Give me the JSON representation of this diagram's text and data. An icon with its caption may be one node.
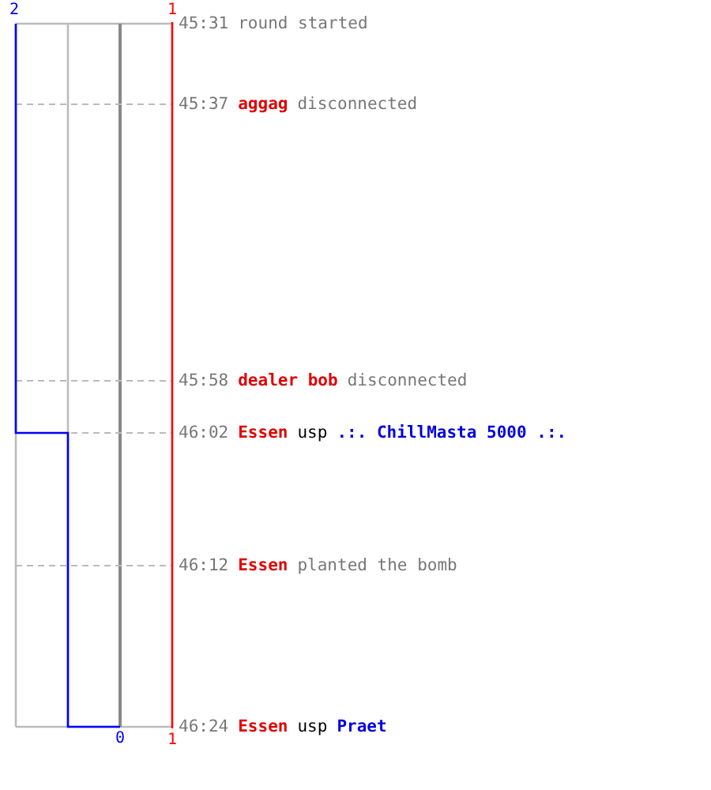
{
  "diagram": {
    "labels": [
      "2",
      "1",
      "45:31",
      "round started",
      "45:37",
      "aggag",
      "disconnected",
      "45:58",
      "dealer bob",
      "disconnected",
      "46:02",
      "Essen",
      "usp",
      ".:. ChillMasta 5000 .:.",
      "46:12",
      "Essen",
      "planted the bomb",
      "46:24",
      "Essen",
      "usp",
      "Praet",
      "0",
      "1"
    ]
  }
}
